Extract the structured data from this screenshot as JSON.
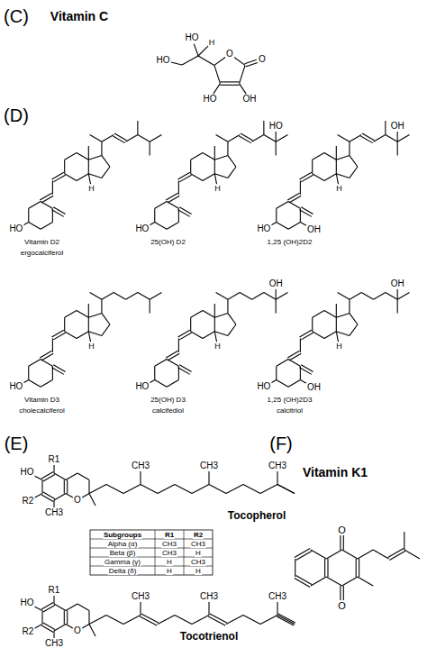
{
  "diagram": {
    "labels": [
      "(C)",
      "Vitamin C",
      "O",
      "O",
      "OH",
      "HO",
      "HO",
      "H",
      "HO",
      "(D)",
      "H",
      "HO",
      "Vitamin D2",
      "ergocalciferol",
      "H",
      "HO",
      "HO",
      "25(OH) D2",
      "H",
      "OH",
      "HO",
      "OH",
      "1,25 (OH)2D2",
      "H",
      "HO",
      "Vitamin D3",
      "cholecalciferol",
      "H",
      "OH",
      "HO",
      "25(OH) D3",
      "calcifediol",
      "H",
      "OH",
      "HO",
      "OH",
      "1,25 (OH)2D3",
      "calcitriol",
      "(E)",
      "R1",
      "HO",
      "R2",
      "CH3",
      "O",
      "CH3",
      "CH3",
      "CH3",
      "Tocopherol",
      "Subgroups",
      "R1",
      "R2",
      "Alpha (α)",
      "CH3",
      "CH3",
      "Beta (β)",
      "CH3",
      "H",
      "Gamma (γ)",
      "H",
      "CH3",
      "Delta (δ)",
      "H",
      "H",
      "R1",
      "HO",
      "R2",
      "CH3",
      "O",
      "CH3",
      "CH3",
      "CH3",
      "Tocotrienol",
      "(F)",
      "Vitamin K1",
      "O",
      "O"
    ]
  }
}
